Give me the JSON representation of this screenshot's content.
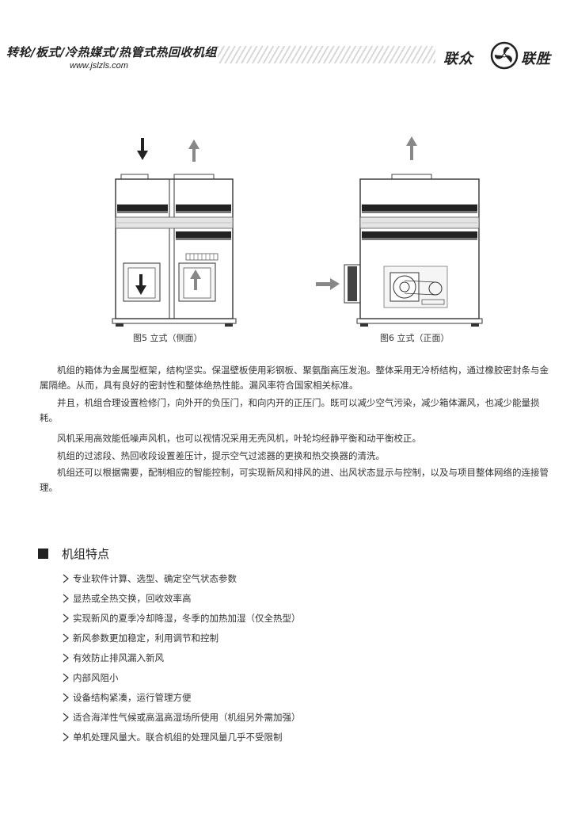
{
  "header": {
    "title": "转轮/板式/冷热媒式/热管式热回收机组",
    "website": "www.jslzls.com",
    "brand_left": "联众",
    "brand_right": "联胜",
    "logo_icon": "fan-swirl-logo-icon"
  },
  "figures": [
    {
      "caption": "图5 立式（侧面）"
    },
    {
      "caption": "图6 立式（正面）"
    }
  ],
  "paragraphs": [
    "机组的箱体为金属型框架，结构坚实。保温壁板使用彩钢板、聚氨酯高压发泡。整体采用无冷桥结构，通过橡胶密封条与金属隔绝。从而，具有良好的密封性和整体绝热性能。漏风率符合国家相关标准。",
    "并且，机组合理设置检修门，向外开的负压门，和向内开的正压门。既可以减少空气污染，减少箱体漏风，也减少能量损耗。",
    "风机采用高效能低噪声风机，也可以视情况采用无壳风机，叶轮均经静平衡和动平衡校正。",
    "机组的过滤段、热回收段设置差压计，提示空气过滤器的更换和热交换器的清洗。",
    "机组还可以根据需要，配制相应的智能控制，可实现新风和排风的进、出风状态显示与控制，以及与项目整体网络的连接管理。"
  ],
  "section": {
    "title": "机组特点"
  },
  "features": [
    "专业软件计算、选型、确定空气状态参数",
    "显热或全热交换，回收效率高",
    "实现新风的夏季冷却降湿，冬季的加热加湿（仅全热型）",
    "新风参数更加稳定，利用调节和控制",
    "有效防止排风漏入新风",
    "内部风阻小",
    "设备结构紧凑，运行管理方便",
    "适合海洋性气候或高温高湿场所使用（机组另外需加强）",
    "单机处理风量大。联合机组的处理风量几乎不受限制"
  ]
}
